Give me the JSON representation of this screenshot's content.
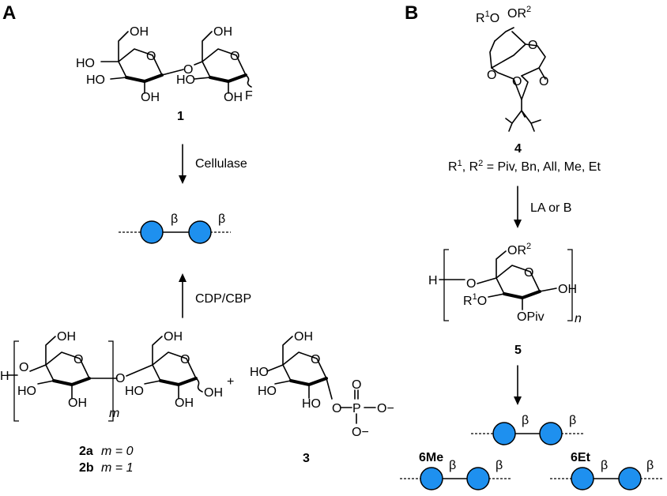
{
  "panels": {
    "a": {
      "label": "A"
    },
    "b": {
      "label": "B"
    }
  },
  "compounds": {
    "c1": {
      "number": "1"
    },
    "c2a": {
      "number": "2a",
      "m_label": "m = 0"
    },
    "c2b": {
      "number": "2b",
      "m_label": "m = 1"
    },
    "c3": {
      "number": "3"
    },
    "c4": {
      "number": "4",
      "substituents": "R1, R2 = Piv, Bn, All, Me, Et"
    },
    "c5": {
      "number": "5"
    },
    "c6me": {
      "number": "6Me"
    },
    "c6et": {
      "number": "6Et"
    }
  },
  "arrows": {
    "cellulase": "Cellulase",
    "cdp_cbp": "CDP/CBP",
    "la_or_b": "LA or B"
  },
  "atoms": {
    "OH": "OH",
    "HO": "HO",
    "F": "F",
    "H": "H",
    "O": "O",
    "P": "P",
    "O_minus": "O−",
    "OPiv": "OPiv",
    "R1O": "R1O",
    "OR2": "OR2",
    "R1": "R",
    "R2": "R",
    "sup1": "1",
    "sup2": "2",
    "plus": "+",
    "m": "m",
    "n": "n"
  },
  "glycan": {
    "linkage": "β",
    "symbol": "glucose",
    "color": "#1e90ef"
  }
}
